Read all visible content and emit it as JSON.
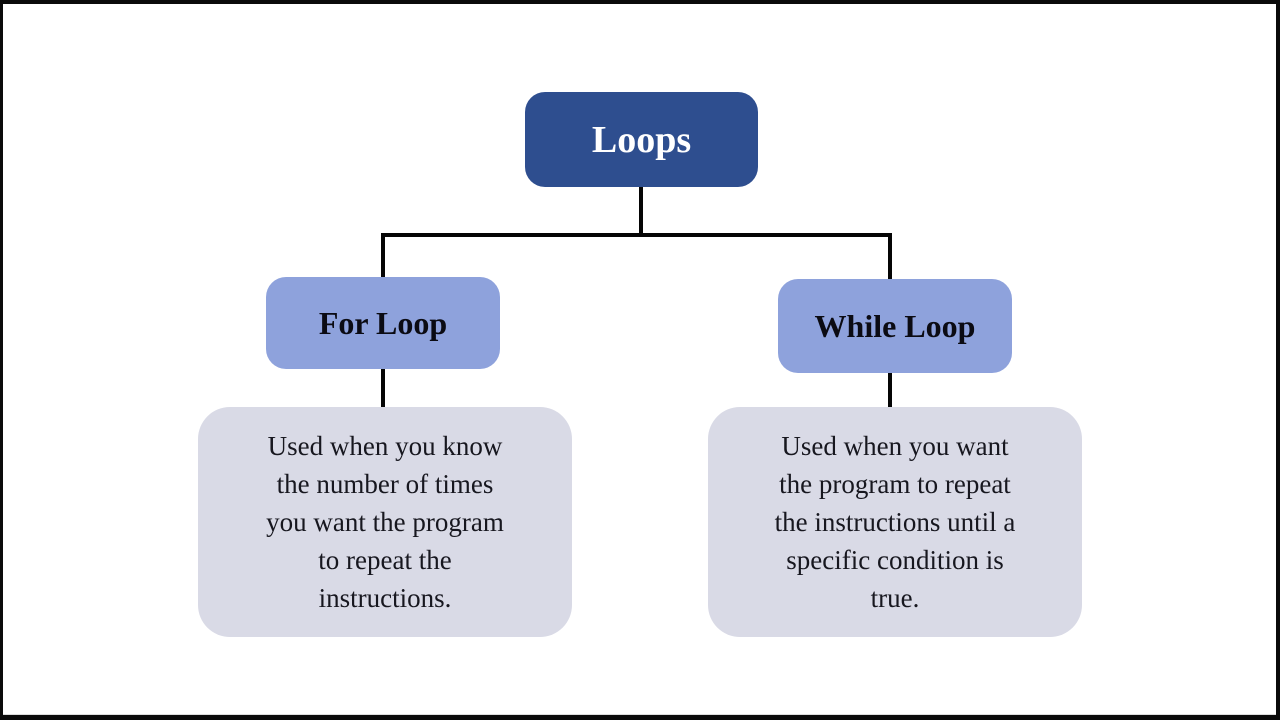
{
  "diagram": {
    "root": {
      "label": "Loops"
    },
    "children": [
      {
        "label": "For Loop",
        "description_lines": [
          "Used when you know",
          "the number of times",
          "you want the program",
          "to repeat the",
          "instructions."
        ]
      },
      {
        "label": "While Loop",
        "description_lines": [
          "Used when you want",
          "the program to repeat",
          "the instructions until a",
          "specific condition is",
          "true."
        ]
      }
    ],
    "colors": {
      "root_fill": "#2E4E8F",
      "child_fill": "#8EA2DC",
      "description_fill": "#D9DAE6",
      "connector": "#050505",
      "root_text": "#FFFFFF",
      "child_text": "#0B0B13",
      "description_text": "#17171F",
      "background": "#FFFFFF",
      "letterbox": "#0A0A0A"
    }
  }
}
